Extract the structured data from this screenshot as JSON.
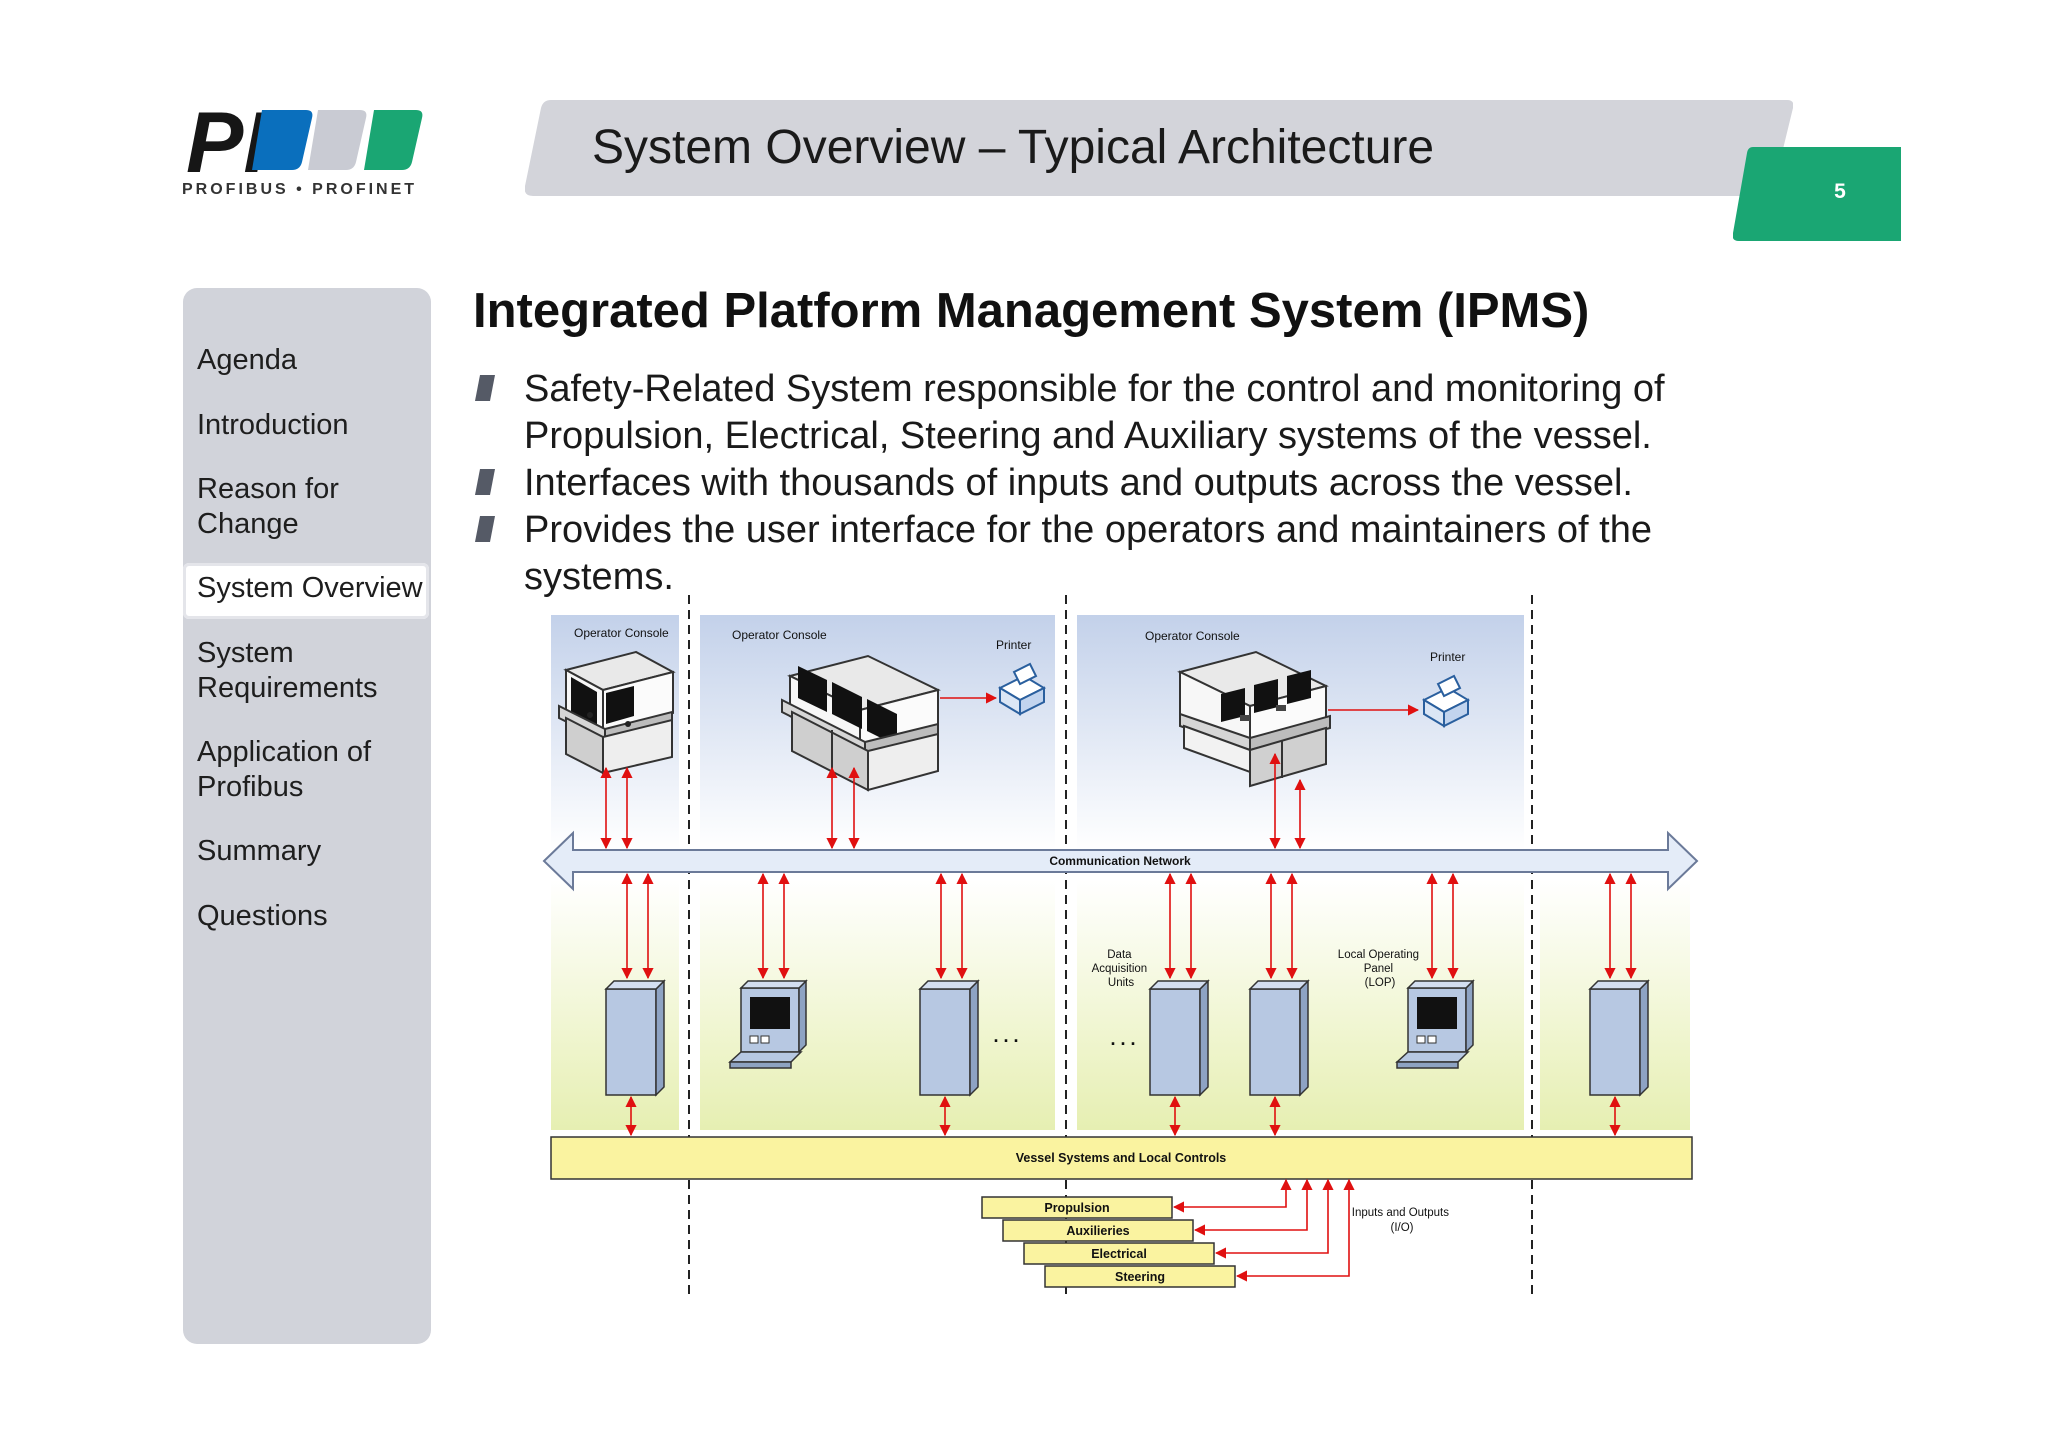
{
  "logo": {
    "text": "PI",
    "subtitle": "PROFIBUS • PROFINET",
    "colors": [
      "#0a6fbd",
      "#c9cbd3",
      "#1aa673"
    ]
  },
  "header": {
    "title": "System Overview – Typical Architecture",
    "page_number": "5",
    "tab_color": "#1aa673"
  },
  "sidebar": {
    "items": [
      {
        "label": "Agenda"
      },
      {
        "label": "Introduction"
      },
      {
        "label": "Reason for\nChange"
      },
      {
        "label": "System Overview",
        "active": true
      },
      {
        "label": "System\nRequirements"
      },
      {
        "label": "Application of\nProfibus"
      },
      {
        "label": "Summary"
      },
      {
        "label": "Questions"
      }
    ]
  },
  "content": {
    "heading": "Integrated Platform Management System (IPMS)",
    "bullets": [
      "Safety-Related System responsible for the control and monitoring of Propulsion, Electrical, Steering and Auxiliary systems of the vessel.",
      "Interfaces with thousands of inputs and outputs across the vessel.",
      "Provides the user interface for the operators and maintainers of the systems."
    ]
  },
  "diagram": {
    "operator_console_1": "Operator Console",
    "operator_console_2": "Operator Console",
    "operator_console_3": "Operator Console",
    "printer_1": "Printer",
    "printer_2": "Printer",
    "network": "Communication Network",
    "dau": "Data\nAcquisition\nUnits",
    "lop": "Local Operating\nPanel\n(LOP)",
    "ellipsis_1": ". . .",
    "ellipsis_2": ". . .",
    "vessel_systems": "Vessel Systems and Local Controls",
    "subsystems": [
      "Propulsion",
      "Auxilieries",
      "Electrical",
      "Steering"
    ],
    "io": "Inputs and Outputs\n(I/O)",
    "colors": {
      "arrow": "#e01010",
      "bar": "#faf3a0",
      "cabinet": "#b7c8e2"
    }
  }
}
